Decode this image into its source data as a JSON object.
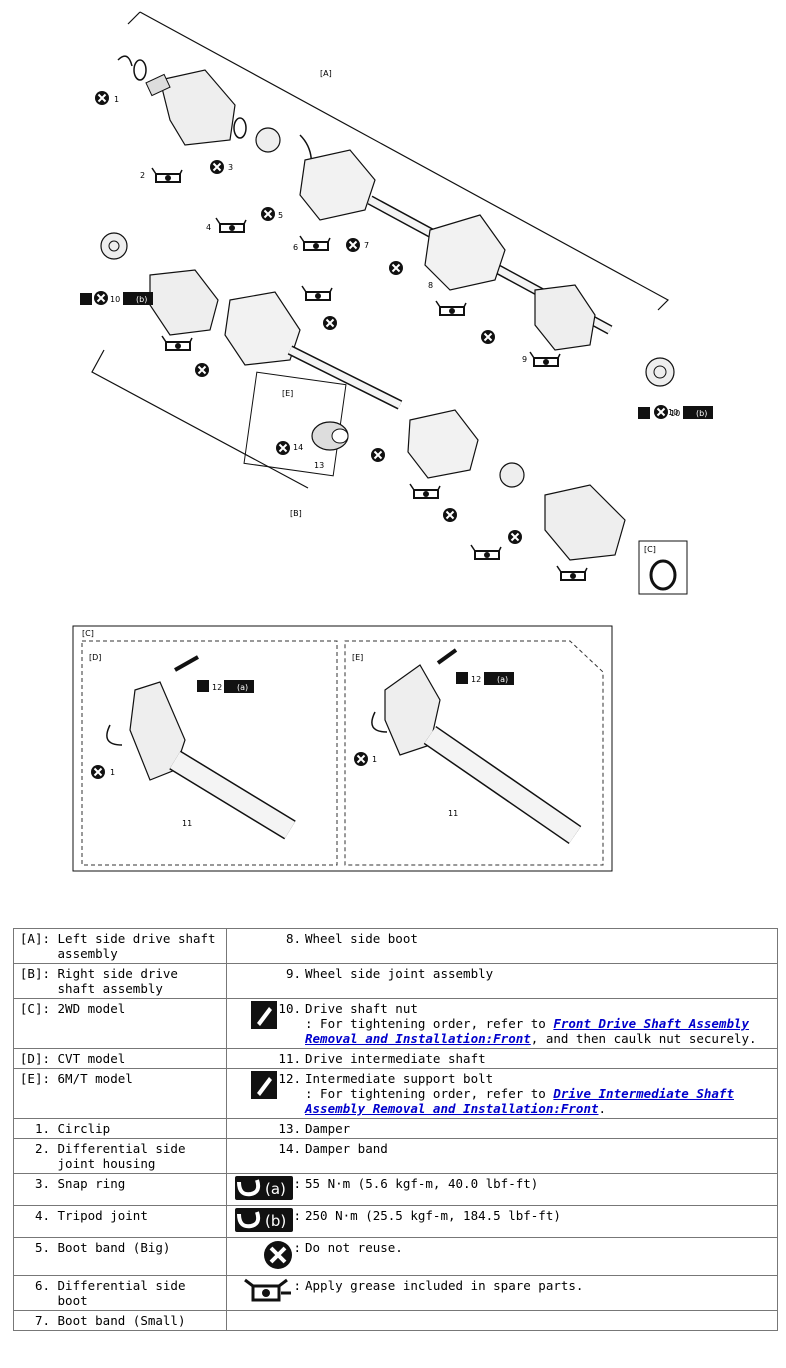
{
  "diagram": {
    "group_labels": {
      "A": "[A]",
      "B": "[B]",
      "C": "[C]",
      "D": "[D]",
      "E": "[E]"
    },
    "torque_labels": {
      "a": "(a)",
      "b": "(b)"
    },
    "part_numbers": [
      "1",
      "2",
      "3",
      "4",
      "5",
      "6",
      "7",
      "8",
      "9",
      "10",
      "11",
      "12",
      "13",
      "14"
    ]
  },
  "legend": {
    "left": [
      {
        "num": "[A]:",
        "text": "Left side drive shaft assembly"
      },
      {
        "num": "[B]:",
        "text": "Right side drive shaft assembly"
      },
      {
        "num": "[C]:",
        "text": "2WD model"
      },
      {
        "num": "[D]:",
        "text": "CVT model"
      },
      {
        "num": "[E]:",
        "text": "6M/T model"
      },
      {
        "num": "1.",
        "text": "Circlip"
      },
      {
        "num": "2.",
        "text": "Differential side joint housing"
      },
      {
        "num": "3.",
        "text": "Snap ring"
      },
      {
        "num": "4.",
        "text": "Tripod joint"
      },
      {
        "num": "5.",
        "text": "Boot band (Big)"
      },
      {
        "num": "6.",
        "text": "Differential side boot"
      },
      {
        "num": "7.",
        "text": "Boot band (Small)"
      }
    ],
    "right": [
      {
        "icon": "",
        "num": "8.",
        "text": "Wheel side boot"
      },
      {
        "icon": "",
        "num": "9.",
        "text": "Wheel side joint assembly"
      },
      {
        "icon": "caulk-icon",
        "num": "10.",
        "text": "Drive shaft nut",
        "note_prefix": ": For tightening order, refer to ",
        "link": "Front Drive Shaft Assembly Removal and Installation:Front",
        "note_suffix": ", and then caulk nut securely."
      },
      {
        "icon": "",
        "num": "11.",
        "text": "Drive intermediate shaft"
      },
      {
        "icon": "caulk-icon",
        "num": "12.",
        "text": "Intermediate support bolt",
        "note_prefix": ": For tightening order, refer to ",
        "link": "Drive Intermediate Shaft Assembly Removal and Installation:Front",
        "note_suffix": "."
      },
      {
        "icon": "",
        "num": "13.",
        "text": "Damper"
      },
      {
        "icon": "",
        "num": "14.",
        "text": "Damper band"
      },
      {
        "icon": "torque-a-icon",
        "num": ":",
        "text": "55 N·m (5.6 kgf-m, 40.0 lbf-ft)"
      },
      {
        "icon": "torque-b-icon",
        "num": ":",
        "text": "250 N·m (25.5 kgf-m, 184.5 lbf-ft)"
      },
      {
        "icon": "do-not-reuse-icon",
        "num": ":",
        "text": "Do not reuse."
      },
      {
        "icon": "grease-icon",
        "num": ":",
        "text": "Apply grease included in spare parts."
      },
      {
        "icon": "",
        "num": "",
        "text": ""
      }
    ]
  }
}
